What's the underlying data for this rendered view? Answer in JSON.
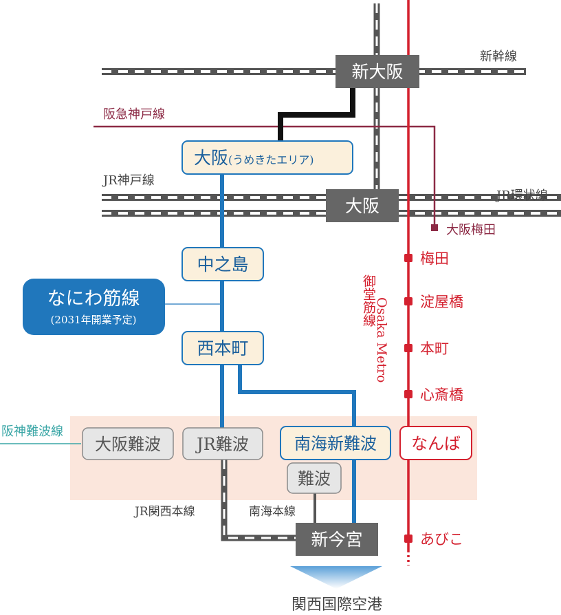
{
  "colors": {
    "metro_red": "#d4212f",
    "nankai_blue": "#2077bc",
    "hankyu": "#8c2a45",
    "hanshin": "#3aa6a6",
    "jr_gray": "#555555",
    "station_fill": "#fbf0dc",
    "area_fill": "#fbe6dc"
  },
  "lines": {
    "shinkansen": "新幹線",
    "hankyu_kobe": "阪急神戸線",
    "jr_kobe": "JR神戸線",
    "jr_loop": "JR環状線",
    "hanshin_namba": "阪神難波線",
    "jr_kansai_main": "JR関西本線",
    "nankai_main": "南海本線",
    "osaka_metro_1": "Osaka Metro",
    "osaka_metro_2": "御堂筋線"
  },
  "naniwa": {
    "name": "なにわ筋線",
    "sub": "(2031年開業予定)"
  },
  "stations": {
    "shin_osaka": "新大阪",
    "osaka_umekita": "大阪",
    "osaka_umekita_sub": "(うめきたエリア)",
    "osaka": "大阪",
    "nakanoshima": "中之島",
    "nishihonmachi": "西本町",
    "osaka_namba": "大阪難波",
    "jr_namba": "JR難波",
    "nankai_shin_namba": "南海新難波",
    "namba_metro": "なんば",
    "namba": "難波",
    "shin_imamiya": "新今宮",
    "osaka_umeda": "大阪梅田",
    "umeda": "梅田",
    "yodoyabashi": "淀屋橋",
    "honmachi": "本町",
    "shinsaibashi": "心斎橋",
    "abiko": "あびこ",
    "kix": "関西国際空港"
  }
}
